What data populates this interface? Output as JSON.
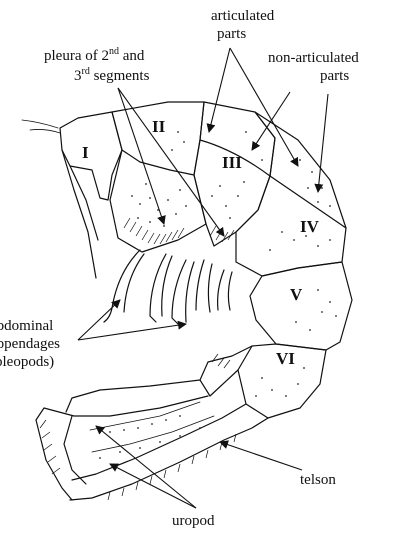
{
  "labels": {
    "articulated_line1": "articulated",
    "articulated_line2": "parts",
    "pleura_line1": "pleura of 2",
    "pleura_sup1": "nd",
    "pleura_and": " and",
    "pleura_line2_num": "3",
    "pleura_sup2": "rd",
    "pleura_line2_rest": " segments",
    "nonart_line1": "non-articulated",
    "nonart_line2": "parts",
    "abd_line1": "abdominal",
    "abd_line2": "appendages",
    "abd_line3": "(pleopods)",
    "telson": "telson",
    "uropod": "uropod"
  },
  "segments": [
    "I",
    "II",
    "III",
    "IV",
    "V",
    "VI"
  ]
}
